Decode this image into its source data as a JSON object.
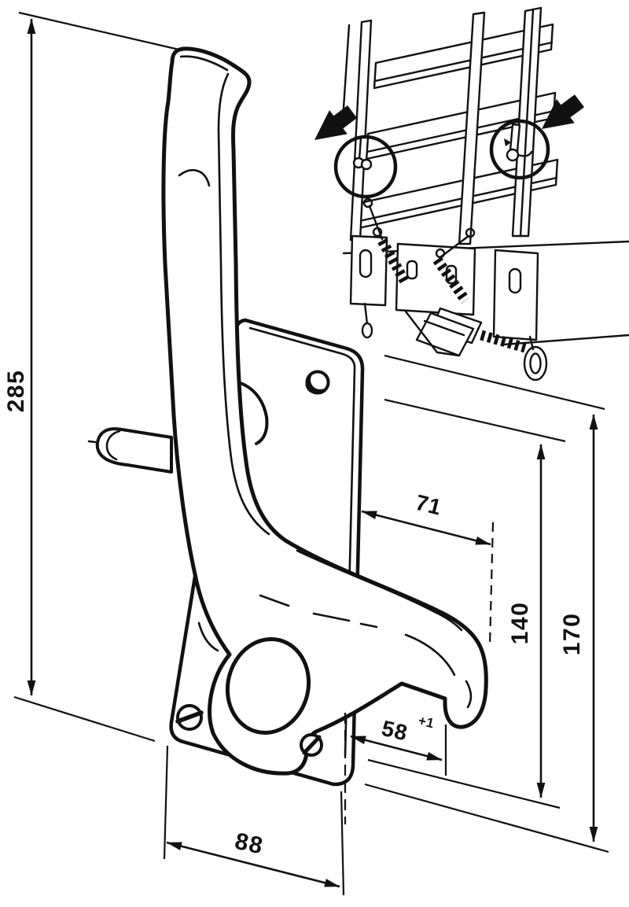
{
  "figure": {
    "kind": "technical-drawing",
    "ink_color": "#111111",
    "paper_color": "#ffffff",
    "icons": {
      "attention_arrows": "solid-black-arrow",
      "callouts": "detail-circle"
    }
  },
  "dimensions": {
    "overall_height": "285",
    "upper_offset": "71",
    "hole_spacing": "140",
    "plate_height": "170",
    "hook_offset": "58",
    "hook_offset_tolerance": "+1",
    "plate_width": "88"
  }
}
